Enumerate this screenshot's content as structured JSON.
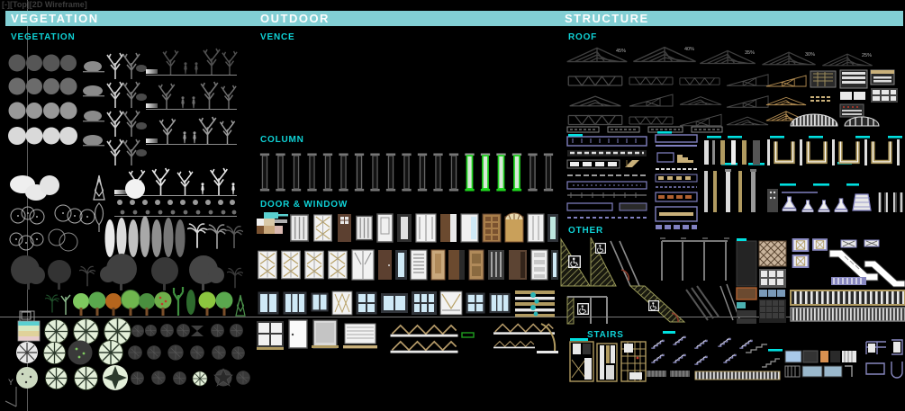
{
  "viewport": {
    "controls_label": "[-][Top][2D Wireframe]",
    "ucs_axis_label": "Y"
  },
  "header": {
    "sections": [
      {
        "label": "VEGETATION"
      },
      {
        "label": "OUTDOOR"
      },
      {
        "label": "STRUCTURE"
      }
    ]
  },
  "panels": {
    "vegetation": {
      "title": "VEGETATION"
    },
    "outdoor": {
      "vence_title": "VENCE",
      "column_title": "COLUMN",
      "door_window_title": "DOOR & WINDOW"
    },
    "structure": {
      "roof_title": "ROOF",
      "other_title": "OTHER",
      "stairs_title": "STAIRS"
    }
  },
  "roof_trusses": {
    "slope_labels": [
      "45%",
      "40%",
      "35%",
      "30%",
      "25%"
    ]
  },
  "colors": {
    "header_bar": "#82cfd4",
    "section_label": "#0fd2d6",
    "selection_highlight_green": "#1fd41f",
    "selection_mark_cyan": "#00e0e0"
  }
}
